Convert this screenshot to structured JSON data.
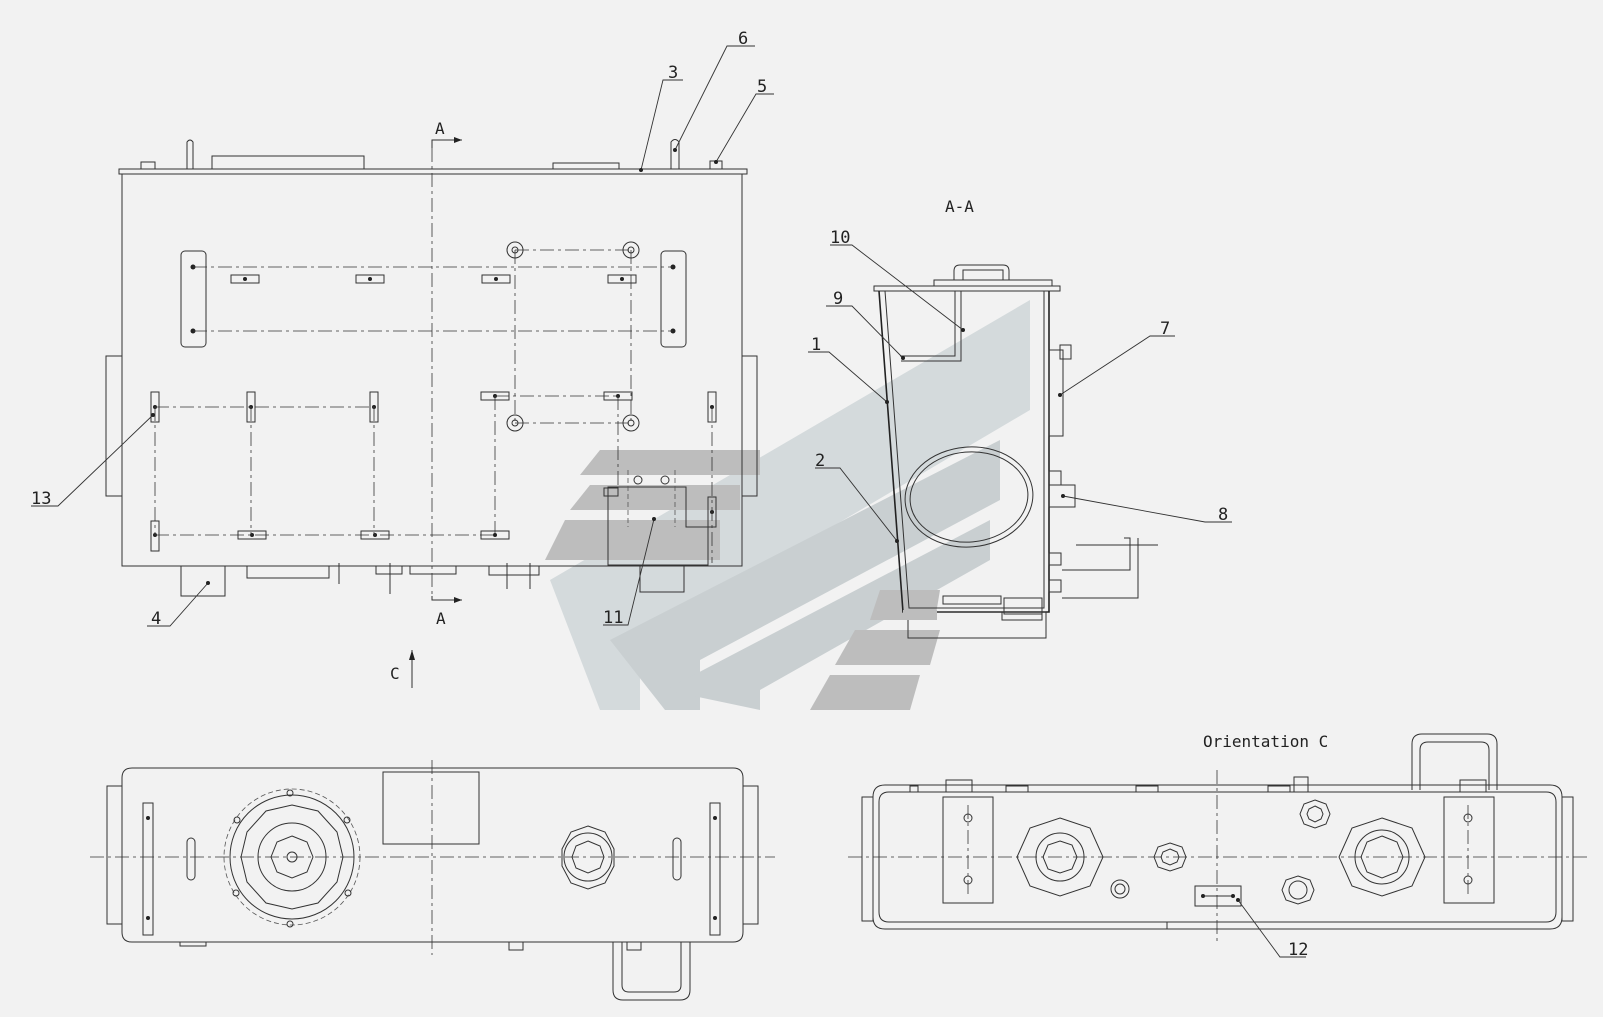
{
  "section_labels": {
    "cut_top": "A",
    "cut_bottom": "A",
    "section_view": "A-A",
    "view_arrow": "C",
    "orientation_view": "Orientation C"
  },
  "part_numbers": {
    "p1": "1",
    "p2": "2",
    "p3": "3",
    "p4": "4",
    "p5": "5",
    "p6": "6",
    "p7": "7",
    "p8": "8",
    "p9": "9",
    "p10": "10",
    "p11": "11",
    "p12": "12",
    "p13": "13"
  },
  "colors": {
    "background": "#f2f2f2",
    "line": "#333333",
    "watermark_teal": "#c9cfd1",
    "watermark_grey": "#bdbdbd"
  }
}
